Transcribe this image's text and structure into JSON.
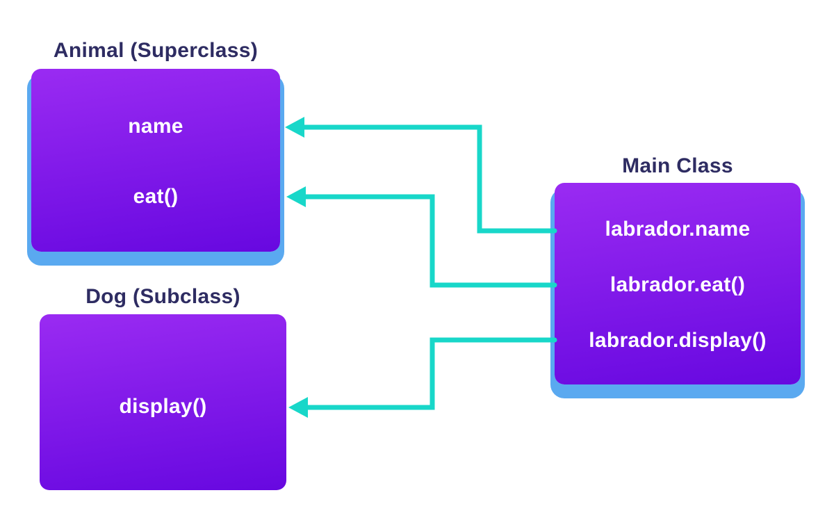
{
  "colors": {
    "purple_top": "#9a2bf2",
    "purple_bottom": "#6708e0",
    "shadow_blue": "#5aa9f0",
    "arrow_teal": "#18d7c9",
    "title_navy": "#2e2c62",
    "text_white": "#ffffff",
    "bg": "#ffffff"
  },
  "animal": {
    "title": "Animal (Superclass)",
    "members": [
      "name",
      "eat()"
    ]
  },
  "dog": {
    "title": "Dog (Subclass)",
    "members": [
      "display()"
    ]
  },
  "main": {
    "title": "Main Class",
    "statements": [
      "labrador.name",
      "labrador.eat()",
      "labrador.display()"
    ]
  },
  "arrows": [
    {
      "from": "labrador.name",
      "to": "Animal.name"
    },
    {
      "from": "labrador.eat()",
      "to": "Animal.eat()"
    },
    {
      "from": "labrador.display()",
      "to": "Dog.display()"
    }
  ]
}
